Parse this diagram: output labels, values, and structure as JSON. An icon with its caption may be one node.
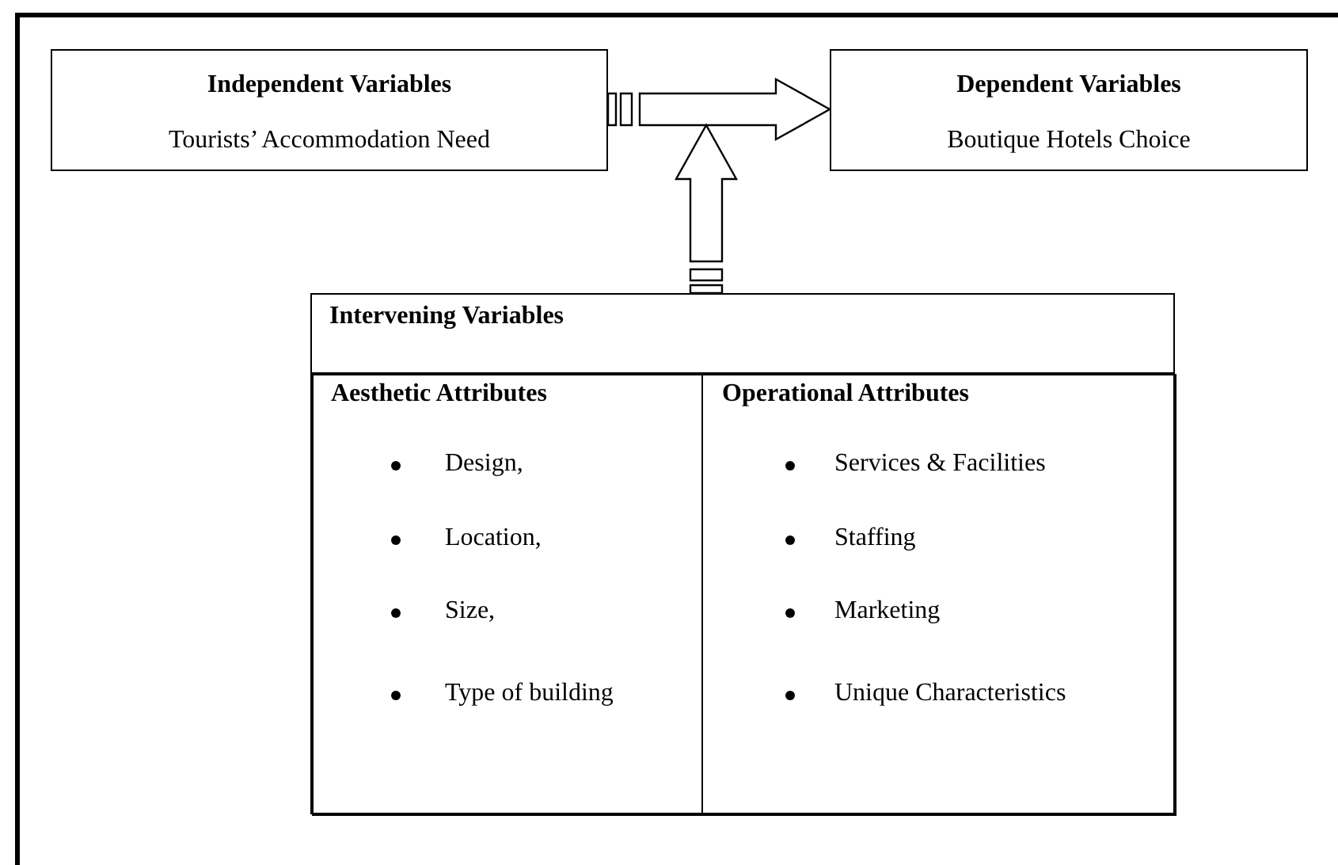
{
  "diagram": {
    "nodes": [
      {
        "text": [
          "Independent Variables",
          "Tourists’ Accommodation  Need"
        ]
      },
      {
        "text": [
          "Dependent Variables",
          "Boutique Hotels Choice"
        ]
      },
      {
        "text": [
          "Intervening Variables"
        ]
      },
      {
        "text": [
          "Aesthetic Attributes",
          "Design,",
          "Location,",
          "Size,",
          "Type of building"
        ],
        "in": 2
      },
      {
        "text": [
          "Operational Attributes",
          "Services & Facilities",
          "Staffing",
          "Marketing",
          "Unique Characteristics"
        ],
        "in": 2
      }
    ],
    "edges": [
      {
        "from": 0,
        "to": 1,
        "arrow": "to"
      },
      {
        "from": 2,
        "to": null,
        "arrow": "to"
      }
    ]
  }
}
